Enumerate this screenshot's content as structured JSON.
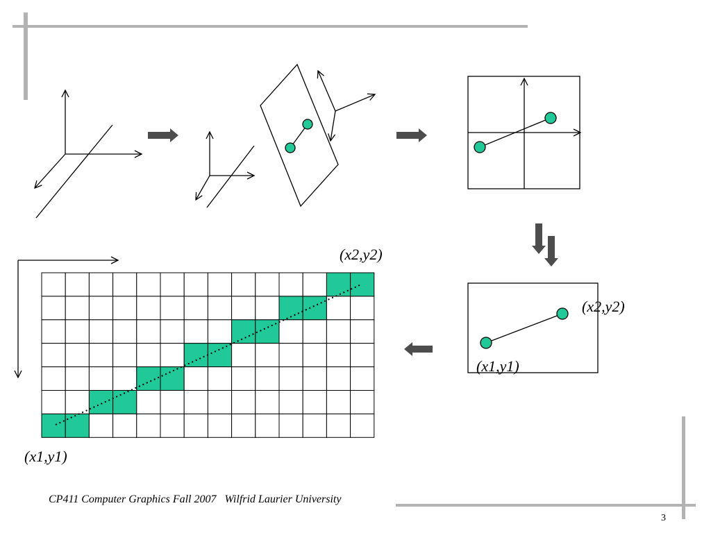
{
  "colors": {
    "pixel_fill": "#20c997",
    "endpoint_fill": "#20c997",
    "arrow_fill": "#4d4d4d",
    "frame_bar": "#b3b3b3"
  },
  "grid": {
    "cols": 14,
    "rows": 7,
    "filled_cells": [
      [
        0,
        6
      ],
      [
        1,
        6
      ],
      [
        2,
        5
      ],
      [
        3,
        5
      ],
      [
        4,
        4
      ],
      [
        5,
        4
      ],
      [
        6,
        3
      ],
      [
        7,
        3
      ],
      [
        8,
        2
      ],
      [
        9,
        2
      ],
      [
        10,
        1
      ],
      [
        11,
        1
      ],
      [
        12,
        0
      ],
      [
        13,
        0
      ]
    ]
  },
  "labels": {
    "grid_end": "(x2,y2)",
    "grid_start": "(x1,y1)",
    "viewport_end": "(x2,y2)",
    "viewport_start": "(x1,y1)"
  },
  "footer": {
    "course": "CP411 Computer Graphics Fall 2007   Wilfrid Laurier University",
    "page_number": "3"
  }
}
